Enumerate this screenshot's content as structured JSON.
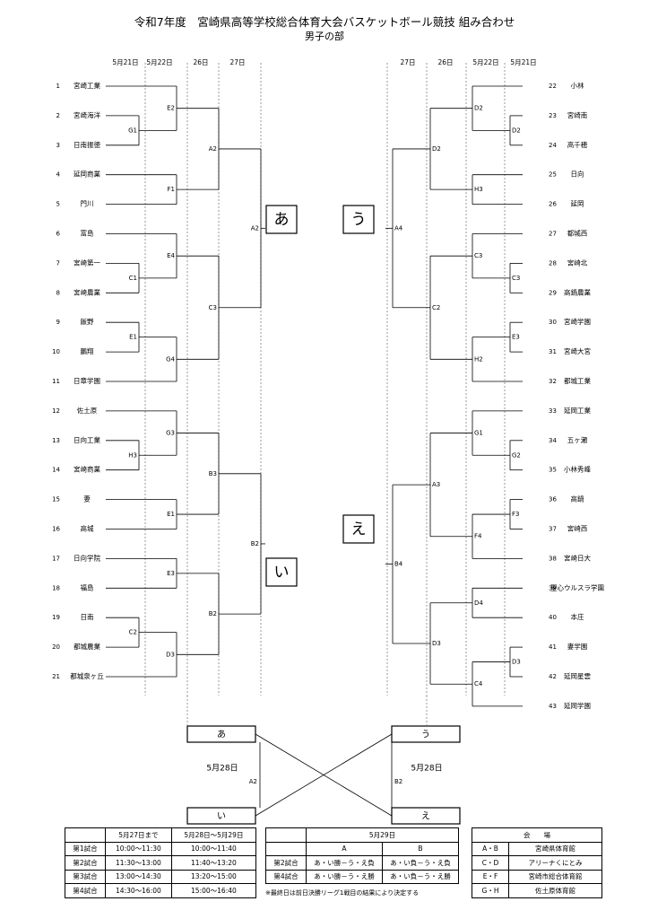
{
  "header": {
    "title": "令和7年度　宮崎県高等学校総合体育大会バスケットボール競技 組み合わせ",
    "subtitle": "男子の部"
  },
  "date_headers": {
    "left": [
      "5月21日",
      "5月22日",
      "26日",
      "27日"
    ],
    "right": [
      "27日",
      "26日",
      "5月22日",
      "5月21日"
    ]
  },
  "left_teams": [
    {
      "no": "1",
      "name": "宮崎工業"
    },
    {
      "no": "2",
      "name": "宮崎海洋"
    },
    {
      "no": "3",
      "name": "日南振徳"
    },
    {
      "no": "4",
      "name": "延岡商業"
    },
    {
      "no": "5",
      "name": "門川"
    },
    {
      "no": "6",
      "name": "富島"
    },
    {
      "no": "7",
      "name": "宮崎第一"
    },
    {
      "no": "8",
      "name": "宮崎農業"
    },
    {
      "no": "9",
      "name": "飯野"
    },
    {
      "no": "10",
      "name": "鵬翔"
    },
    {
      "no": "11",
      "name": "日章学園"
    },
    {
      "no": "12",
      "name": "佐土原"
    },
    {
      "no": "13",
      "name": "日向工業"
    },
    {
      "no": "14",
      "name": "宮崎商業"
    },
    {
      "no": "15",
      "name": "妻"
    },
    {
      "no": "16",
      "name": "高城"
    },
    {
      "no": "17",
      "name": "日向学院"
    },
    {
      "no": "18",
      "name": "福島"
    },
    {
      "no": "19",
      "name": "日南"
    },
    {
      "no": "20",
      "name": "都城農業"
    },
    {
      "no": "21",
      "name": "都城泉ヶ丘"
    }
  ],
  "right_teams": [
    {
      "no": "22",
      "name": "小林"
    },
    {
      "no": "23",
      "name": "宮崎南"
    },
    {
      "no": "24",
      "name": "高千穂"
    },
    {
      "no": "25",
      "name": "日向"
    },
    {
      "no": "26",
      "name": "延岡"
    },
    {
      "no": "27",
      "name": "都城西"
    },
    {
      "no": "28",
      "name": "宮崎北"
    },
    {
      "no": "29",
      "name": "高鍋農業"
    },
    {
      "no": "30",
      "name": "宮崎学園"
    },
    {
      "no": "31",
      "name": "宮崎大宮"
    },
    {
      "no": "32",
      "name": "都城工業"
    },
    {
      "no": "33",
      "name": "延岡工業"
    },
    {
      "no": "34",
      "name": "五ヶ瀬"
    },
    {
      "no": "35",
      "name": "小林秀峰"
    },
    {
      "no": "36",
      "name": "高鍋"
    },
    {
      "no": "37",
      "name": "宮崎西"
    },
    {
      "no": "38",
      "name": "宮崎日大"
    },
    {
      "no": "39",
      "name": "聖心ウルスラ学園"
    },
    {
      "no": "40",
      "name": "本庄"
    },
    {
      "no": "41",
      "name": "妻学園"
    },
    {
      "no": "42",
      "name": "延岡星雲"
    },
    {
      "no": "43",
      "name": "延岡学園"
    }
  ],
  "court_labels": {
    "left": [
      "E2",
      "G1",
      "F1",
      "A2",
      "E4",
      "C1",
      "C3",
      "A2",
      "E1",
      "G4",
      "G3",
      "H3",
      "B3",
      "E1",
      "E3",
      "B2",
      "C2",
      "B2",
      "D3"
    ],
    "right": [
      "D2",
      "D2",
      "D2",
      "H3",
      "A4",
      "C3",
      "C3",
      "E3",
      "C2",
      "H2",
      "G1",
      "G2",
      "A3",
      "F3",
      "F4",
      "B4",
      "D4",
      "D3",
      "D3",
      "C4"
    ]
  },
  "block_labels": {
    "a": "あ",
    "i": "い",
    "u": "う",
    "e": "え"
  },
  "final": {
    "top_left": "あ",
    "top_right": "う",
    "bottom_left": "い",
    "bottom_right": "え",
    "date_left": "5月28日",
    "date_right": "5月28日",
    "court_left": "A2",
    "court_right": "B2"
  },
  "schedule_table": {
    "headers": [
      "",
      "5月27日まで",
      "5月28日～5月29日"
    ],
    "rows": [
      [
        "第1試合",
        "10:00～11:30",
        "10:00～11:40"
      ],
      [
        "第2試合",
        "11:30～13:00",
        "11:40～13:20"
      ],
      [
        "第3試合",
        "13:00～14:30",
        "13:20～15:00"
      ],
      [
        "第4試合",
        "14:30～16:00",
        "15:00～16:40"
      ]
    ]
  },
  "day29_table": {
    "title": "5月29日",
    "headers": [
      "",
      "A",
      "B"
    ],
    "rows": [
      [
        "第2試合",
        "あ・い勝－う・え負",
        "あ・い負－う・え負"
      ],
      [
        "第4試合",
        "あ・い勝－う・え勝",
        "あ・い負－う・え勝"
      ]
    ],
    "note": "※最終日は前日決勝リーグ1戦目の結果により決定する"
  },
  "venue_table": {
    "title": "会　　場",
    "rows": [
      [
        "A・B",
        "宮崎県体育館"
      ],
      [
        "C・D",
        "アリーナくにとみ"
      ],
      [
        "E・F",
        "宮崎市総合体育館"
      ],
      [
        "G・H",
        "佐土原体育館"
      ]
    ]
  }
}
